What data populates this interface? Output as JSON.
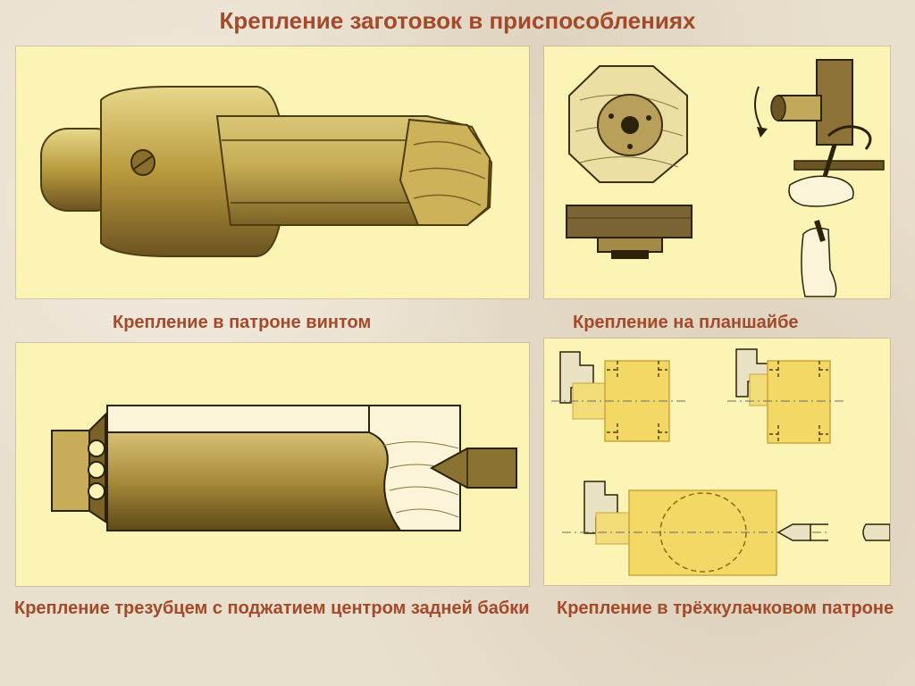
{
  "title": "Крепление заготовок в приспособлениях",
  "panels": [
    {
      "caption": "Крепление в патроне винтом",
      "image": "screw-chuck-mounting-illustration"
    },
    {
      "caption": "Крепление на планшайбе",
      "image": "faceplate-mounting-illustration"
    },
    {
      "caption": "Крепление трезубцем с поджатием центром задней бабки",
      "image": "trident-tailstock-center-illustration"
    },
    {
      "caption": "Крепление в трёхкулачковом патроне",
      "image": "three-jaw-chuck-illustration"
    }
  ],
  "colors": {
    "title": "#a4492a",
    "panel_background": "#fbf4b5",
    "page_background": "#e9dfcd"
  }
}
